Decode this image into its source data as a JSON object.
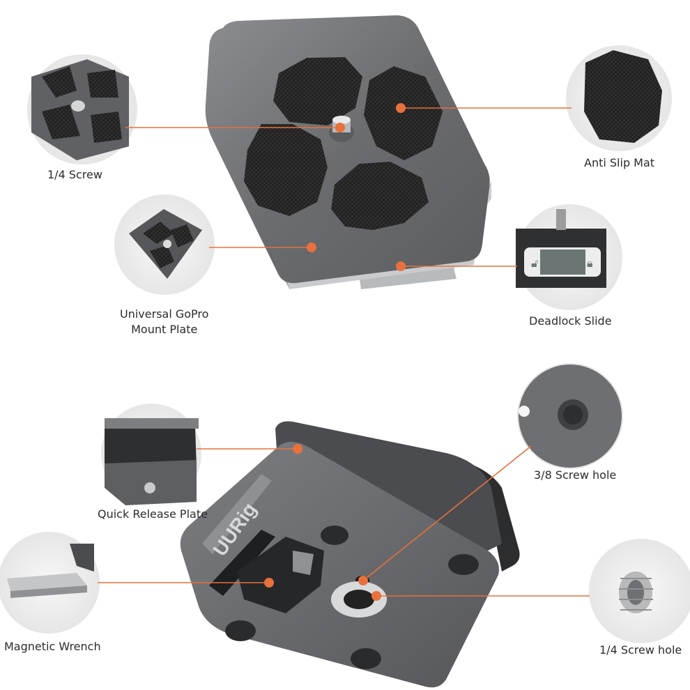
{
  "callouts": {
    "screw": "1/4 Screw",
    "anti_slip": "Anti Slip Mat",
    "gopro_line1": "Universal GoPro",
    "gopro_line2": "Mount Plate",
    "deadlock": "Deadlock Slide",
    "screw_hole_38": "3/8 Screw hole",
    "quick_release": "Quick Release Plate",
    "wrench": "Magnetic Wrench",
    "screw_hole_14": "1/4 Screw hole"
  },
  "logo_text": "UURig",
  "colors": {
    "callout_line": "#e8703c",
    "metal": "#6b6d70",
    "metal_light": "#9a9c9f",
    "pad": "#2a2a2a"
  }
}
